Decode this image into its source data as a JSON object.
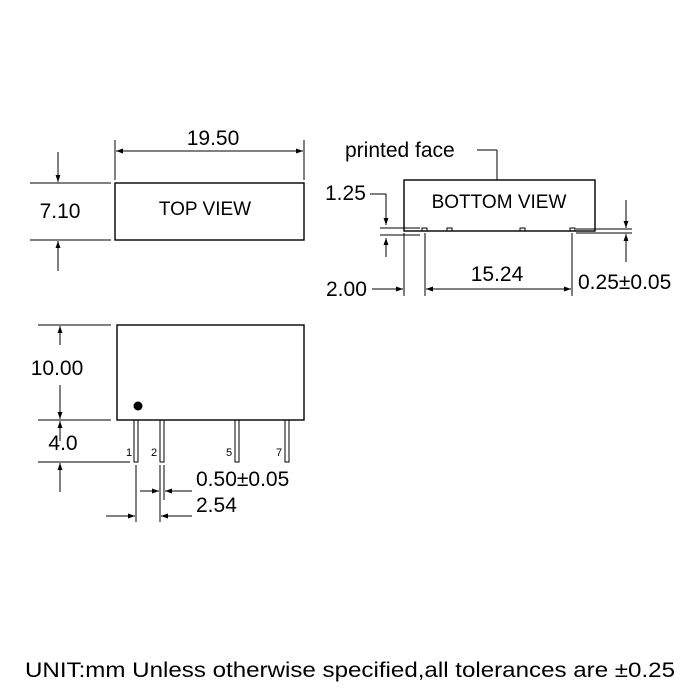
{
  "top_view": {
    "label": "TOP VIEW",
    "width_dim": "19.50",
    "height_dim": "7.10"
  },
  "bottom_view": {
    "label": "BOTTOM VIEW",
    "printed_face_label": "printed face",
    "dim_1_25": "1.25",
    "dim_2_00": "2.00",
    "dim_15_24": "15.24",
    "dim_pin_thickness": "0.25±0.05"
  },
  "side_view": {
    "height_dim": "10.00",
    "pin_length_dim": "4.0",
    "pin_width_dim": "0.50±0.05",
    "pitch_dim": "2.54",
    "pins": [
      "1",
      "2",
      "5",
      "7"
    ]
  },
  "footer_note": "UNIT:mm Unless otherwise specified,all tolerances are ±0.25"
}
